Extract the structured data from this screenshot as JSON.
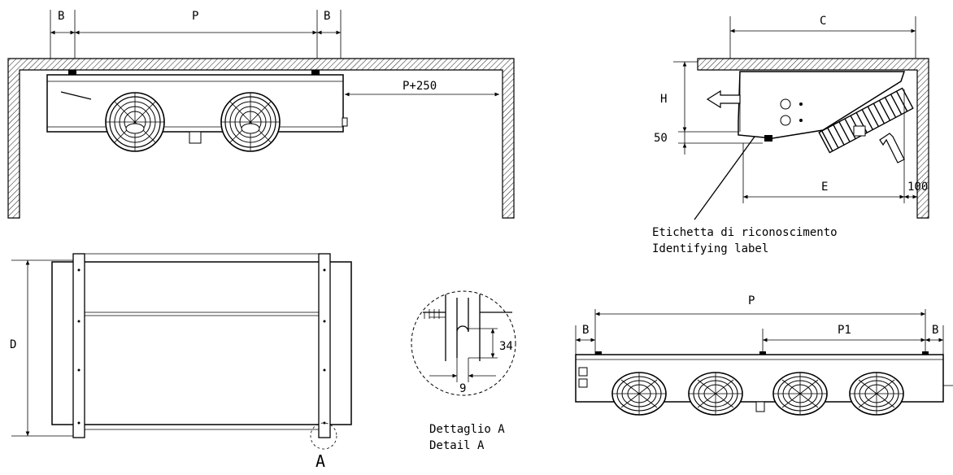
{
  "views": {
    "front": {
      "label_b_left": "B",
      "label_p": "P",
      "label_b_right": "B",
      "label_p250": "P+250"
    },
    "side": {
      "label_c": "C",
      "label_h": "H",
      "label_50": "50",
      "label_e": "E",
      "label_100": "100"
    },
    "identifying_label": {
      "line1": "Etichetta di riconoscimento",
      "line2": "Identifying label"
    },
    "top": {
      "label_d": "D",
      "label_a": "A"
    },
    "detail": {
      "label_34": "34",
      "label_9": "9",
      "caption_line1": "Dettaglio A",
      "caption_line2": "Detail A"
    },
    "four_fan": {
      "label_p": "P",
      "label_p1": "P1",
      "label_b_left": "B",
      "label_b_right": "B"
    }
  }
}
